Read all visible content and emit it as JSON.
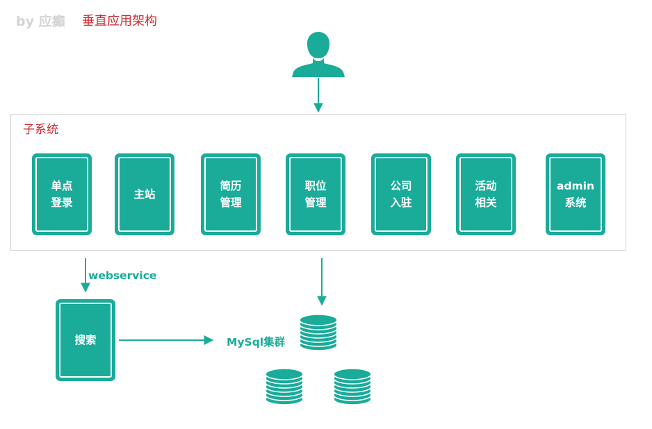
{
  "header": {
    "byline": "by 应癫",
    "title": "垂直应用架构"
  },
  "container": {
    "label": "子系统"
  },
  "modules": [
    {
      "line1": "单点",
      "line2": "登录"
    },
    {
      "line1": "主站",
      "line2": ""
    },
    {
      "line1": "简历",
      "line2": "管理"
    },
    {
      "line1": "职位",
      "line2": "管理"
    },
    {
      "line1": "公司",
      "line2": "入驻"
    },
    {
      "line1": "活动",
      "line2": "相关"
    },
    {
      "line1": "admin",
      "line2": "系统"
    }
  ],
  "search": {
    "label": "搜索"
  },
  "connectors": {
    "webservice": "webservice",
    "mysql_cluster": "MySql集群"
  },
  "colors": {
    "teal": "#1aab99",
    "red": "#d0292e",
    "grey_text": "#d4d4d4",
    "border": "#cfcfcf"
  }
}
